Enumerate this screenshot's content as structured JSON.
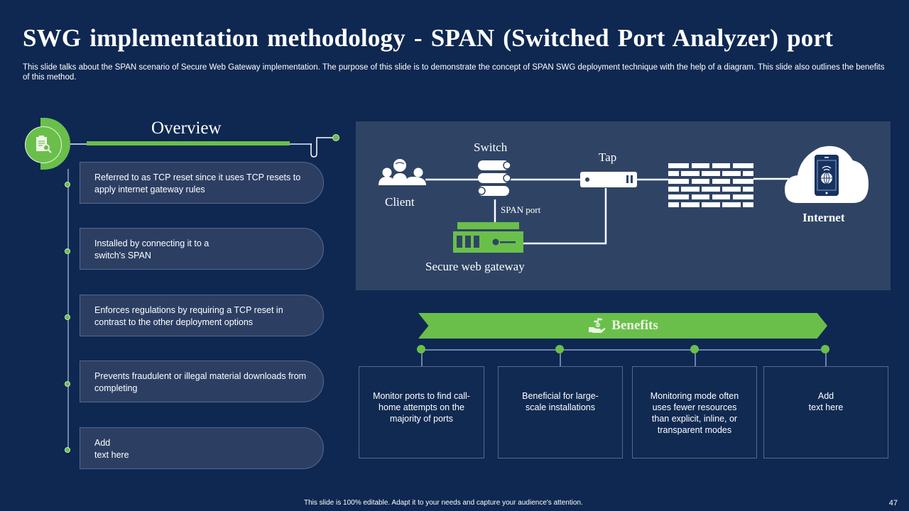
{
  "header": {
    "title": "SWG implementation  methodology  - SPAN (Switched  Port  Analyzer)  port",
    "subtitle": "This slide talks about the SPAN scenario of Secure Web Gateway implementation. The purpose of this slide is to demonstrate the concept of SPAN SWG deployment technique with the help of a diagram. This slide also outlines the benefits of this method."
  },
  "overview": {
    "title": "Overview",
    "icon": "document-search-icon",
    "items": [
      {
        "text": "Referred  to as TCP reset since it uses TCP resets to apply internet gateway rules"
      },
      {
        "text": "Installed by connecting it to a\nswitch's SPAN"
      },
      {
        "text": "Enforces regulations by requiring a TCP reset in contrast to the other deployment options"
      },
      {
        "text": "Prevents fraudulent or illegal material downloads from completing"
      },
      {
        "text": "Add\ntext here"
      }
    ]
  },
  "diagram": {
    "client_label": "Client",
    "switch_label": "Switch",
    "tap_label": "Tap",
    "span_port_label": "SPAN port",
    "swg_label": "Secure web gateway",
    "internet_label": "Internet",
    "colors": {
      "panel": "#2f4465",
      "accent": "#6abf4b",
      "line": "#ffffff"
    }
  },
  "benefits": {
    "title": "Benefits",
    "icon": "hand-plant-icon",
    "items": [
      {
        "text": "Monitor ports to find call-home attempts on the majority of ports"
      },
      {
        "text": "Beneficial for large-\nscale installations"
      },
      {
        "text": "Monitoring mode often uses fewer resources than explicit, inline, or transparent modes"
      },
      {
        "text": "Add\ntext here"
      }
    ]
  },
  "footer": {
    "note": "This slide is 100% editable. Adapt it to your needs and capture your audience's attention.",
    "page_number": "47"
  },
  "colors": {
    "background": "#0e2851",
    "accent": "#6abf4b",
    "card": "#2c3f63"
  }
}
